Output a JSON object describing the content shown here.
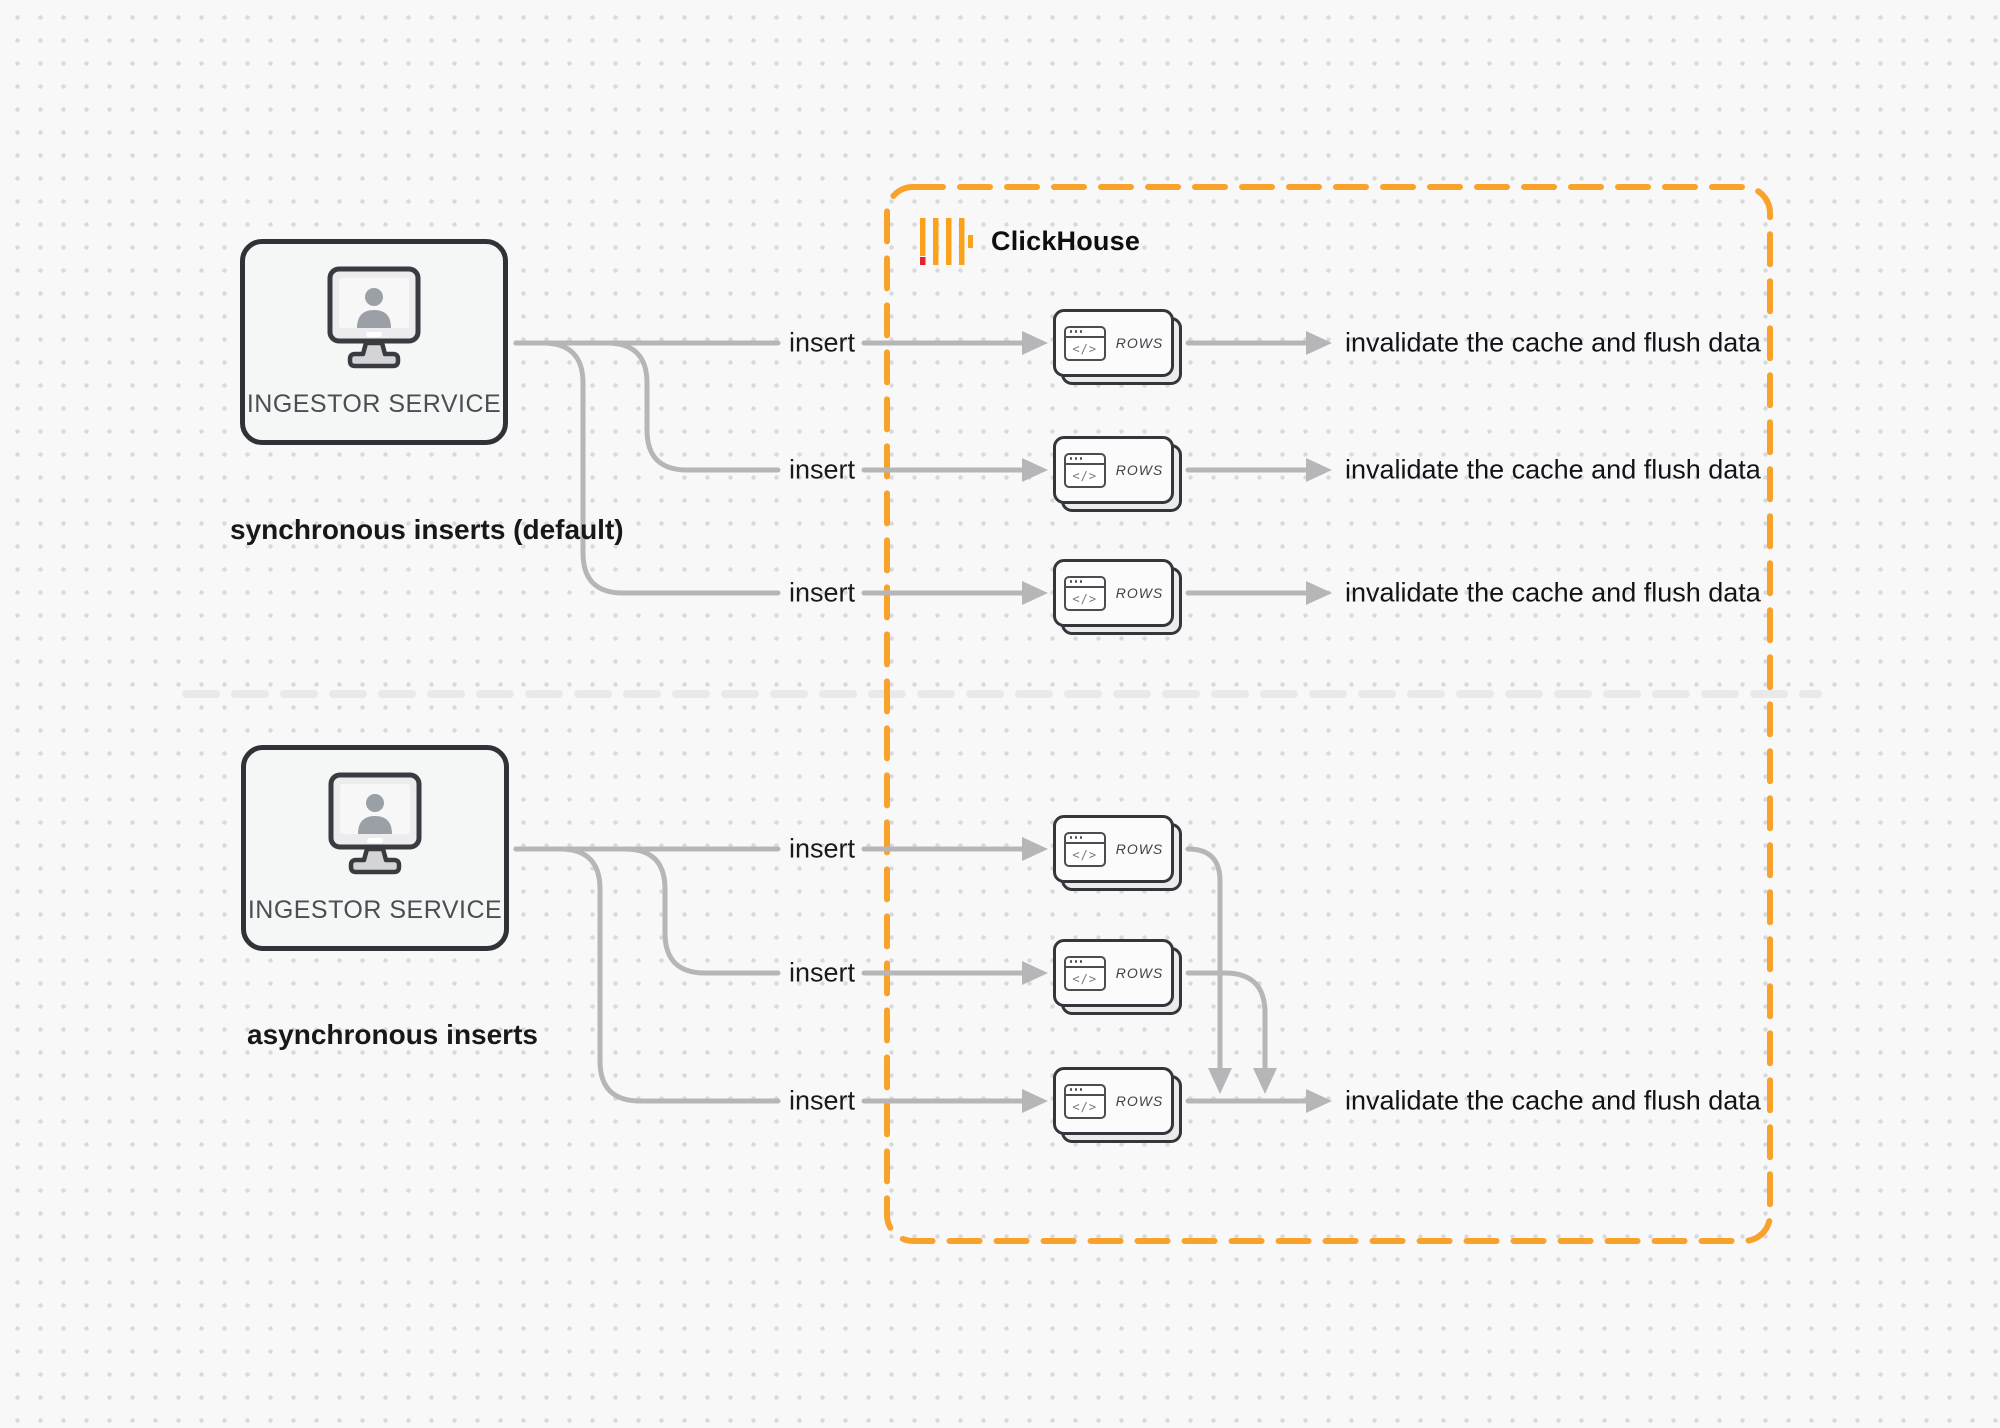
{
  "clickhouse": {
    "title": "ClickHouse"
  },
  "sections": {
    "sync": {
      "service": "INGESTOR SERVICE",
      "caption": "synchronous inserts (default)",
      "insert_label": "insert",
      "rows_label": "ROWS",
      "outcome": "invalidate the cache and flush data"
    },
    "async": {
      "service": "INGESTOR SERVICE",
      "caption": "asynchronous inserts",
      "insert_label": "insert",
      "rows_label": "ROWS",
      "outcome": "invalidate the cache and flush data"
    }
  },
  "icons": {
    "monitor_user": "monitor-with-user-icon",
    "browser_code": "code-window-icon",
    "logo": "clickhouse-logo"
  },
  "colors": {
    "background": "#f8f8f9",
    "grid_dot": "#d9d9dc",
    "connector_gray": "#b6b6b9",
    "box_border": "#2f3337",
    "accent_orange": "#f8a22b",
    "logo_yellow": "#faa21b",
    "logo_red": "#e6232a",
    "divider_gray": "#e9e9eb"
  }
}
